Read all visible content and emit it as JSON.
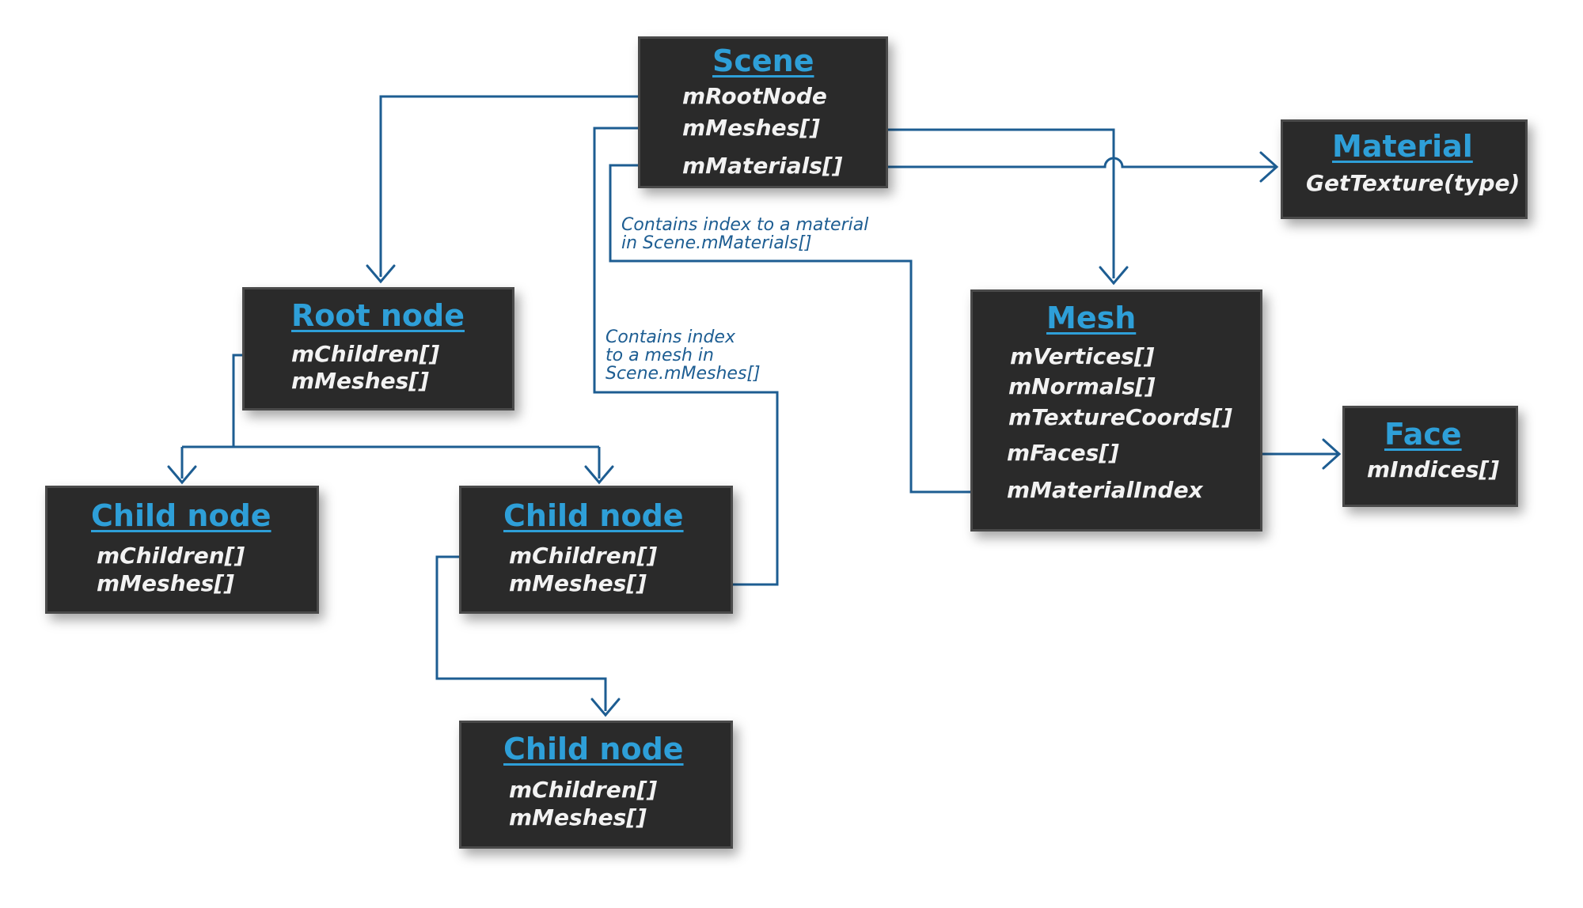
{
  "scene": {
    "title": "Scene",
    "fields": [
      "mRootNode",
      "mMeshes[]",
      "mMaterials[]"
    ]
  },
  "material": {
    "title": "Material",
    "fields": [
      "GetTexture(type)"
    ]
  },
  "root_node": {
    "title": "Root node",
    "fields": [
      "mChildren[]",
      "mMeshes[]"
    ]
  },
  "mesh": {
    "title": "Mesh",
    "fields": [
      "mVertices[]",
      "mNormals[]",
      "mTextureCoords[]",
      "mFaces[]",
      "mMaterialIndex"
    ]
  },
  "face": {
    "title": "Face",
    "fields": [
      "mIndices[]"
    ]
  },
  "child_left": {
    "title": "Child node",
    "fields": [
      "mChildren[]",
      "mMeshes[]"
    ]
  },
  "child_mid": {
    "title": "Child node",
    "fields": [
      "mChildren[]",
      "mMeshes[]"
    ]
  },
  "child_bottom": {
    "title": "Child node",
    "fields": [
      "mChildren[]",
      "mMeshes[]"
    ]
  },
  "notes": {
    "material_index": [
      "Contains index to a material",
      "in Scene.mMaterials[]"
    ],
    "mesh_index": [
      "Contains index",
      "to a mesh in",
      "Scene.mMeshes[]"
    ]
  },
  "colors": {
    "box_fill": "#2a2a2a",
    "title": "#2e9fd8",
    "field_text": "#f2f2f2",
    "connector": "#1d5d92"
  }
}
